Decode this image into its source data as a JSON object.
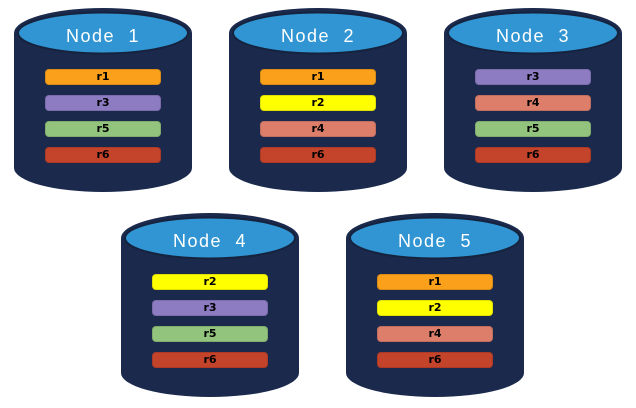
{
  "palette": {
    "cylinder_body": "#1B2A4C",
    "cylinder_rim": "#16233F",
    "cylinder_top": "#3095D2",
    "title_text": "#FFFFFF",
    "bar_text": "#000000",
    "replica_colors": {
      "r1": "#FAA01A",
      "r2": "#FFFF00",
      "r3": "#8E7CC3",
      "r4": "#DD7E6B",
      "r5": "#93C47D",
      "r6": "#C4432B"
    }
  },
  "nodes": [
    {
      "title": "Node 1",
      "partitions": [
        {
          "label": "r1",
          "color": "#FAA01A"
        },
        {
          "label": "r3",
          "color": "#8E7CC3"
        },
        {
          "label": "r5",
          "color": "#93C47D"
        },
        {
          "label": "r6",
          "color": "#C4432B"
        }
      ]
    },
    {
      "title": "Node 2",
      "partitions": [
        {
          "label": "r1",
          "color": "#FAA01A"
        },
        {
          "label": "r2",
          "color": "#FFFF00"
        },
        {
          "label": "r4",
          "color": "#DD7E6B"
        },
        {
          "label": "r6",
          "color": "#C4432B"
        }
      ]
    },
    {
      "title": "Node 3",
      "partitions": [
        {
          "label": "r3",
          "color": "#8E7CC3"
        },
        {
          "label": "r4",
          "color": "#DD7E6B"
        },
        {
          "label": "r5",
          "color": "#93C47D"
        },
        {
          "label": "r6",
          "color": "#C4432B"
        }
      ]
    },
    {
      "title": "Node 4",
      "partitions": [
        {
          "label": "r2",
          "color": "#FFFF00"
        },
        {
          "label": "r3",
          "color": "#8E7CC3"
        },
        {
          "label": "r5",
          "color": "#93C47D"
        },
        {
          "label": "r6",
          "color": "#C4432B"
        }
      ]
    },
    {
      "title": "Node 5",
      "partitions": [
        {
          "label": "r1",
          "color": "#FAA01A"
        },
        {
          "label": "r2",
          "color": "#FFFF00"
        },
        {
          "label": "r4",
          "color": "#DD7E6B"
        },
        {
          "label": "r6",
          "color": "#C4432B"
        }
      ]
    }
  ]
}
